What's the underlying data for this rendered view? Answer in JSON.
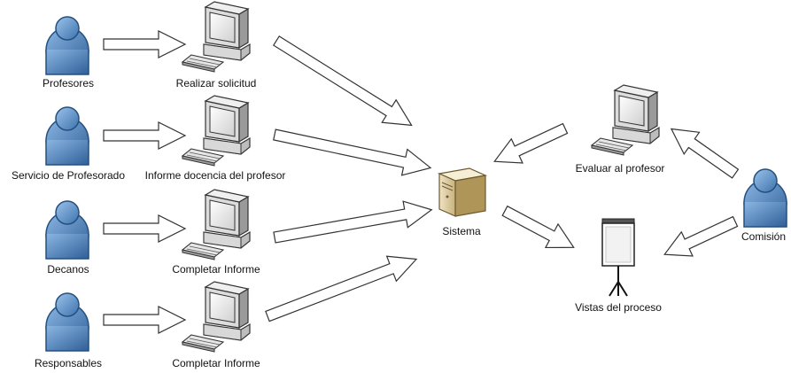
{
  "actors": {
    "profesores": "Profesores",
    "servicio": "Servicio de Profesorado",
    "decanos": "Decanos",
    "responsables": "Responsables",
    "comision": "Comisión"
  },
  "activities": {
    "realizar_solicitud": "Realizar solicitud",
    "informe_docencia": "Informe docencia del profesor",
    "completar_informe_1": "Completar Informe",
    "completar_informe_2": "Completar Informe",
    "evaluar": "Evaluar al profesor"
  },
  "system": {
    "label": "Sistema"
  },
  "output": {
    "label": "Vistas del proceso"
  }
}
